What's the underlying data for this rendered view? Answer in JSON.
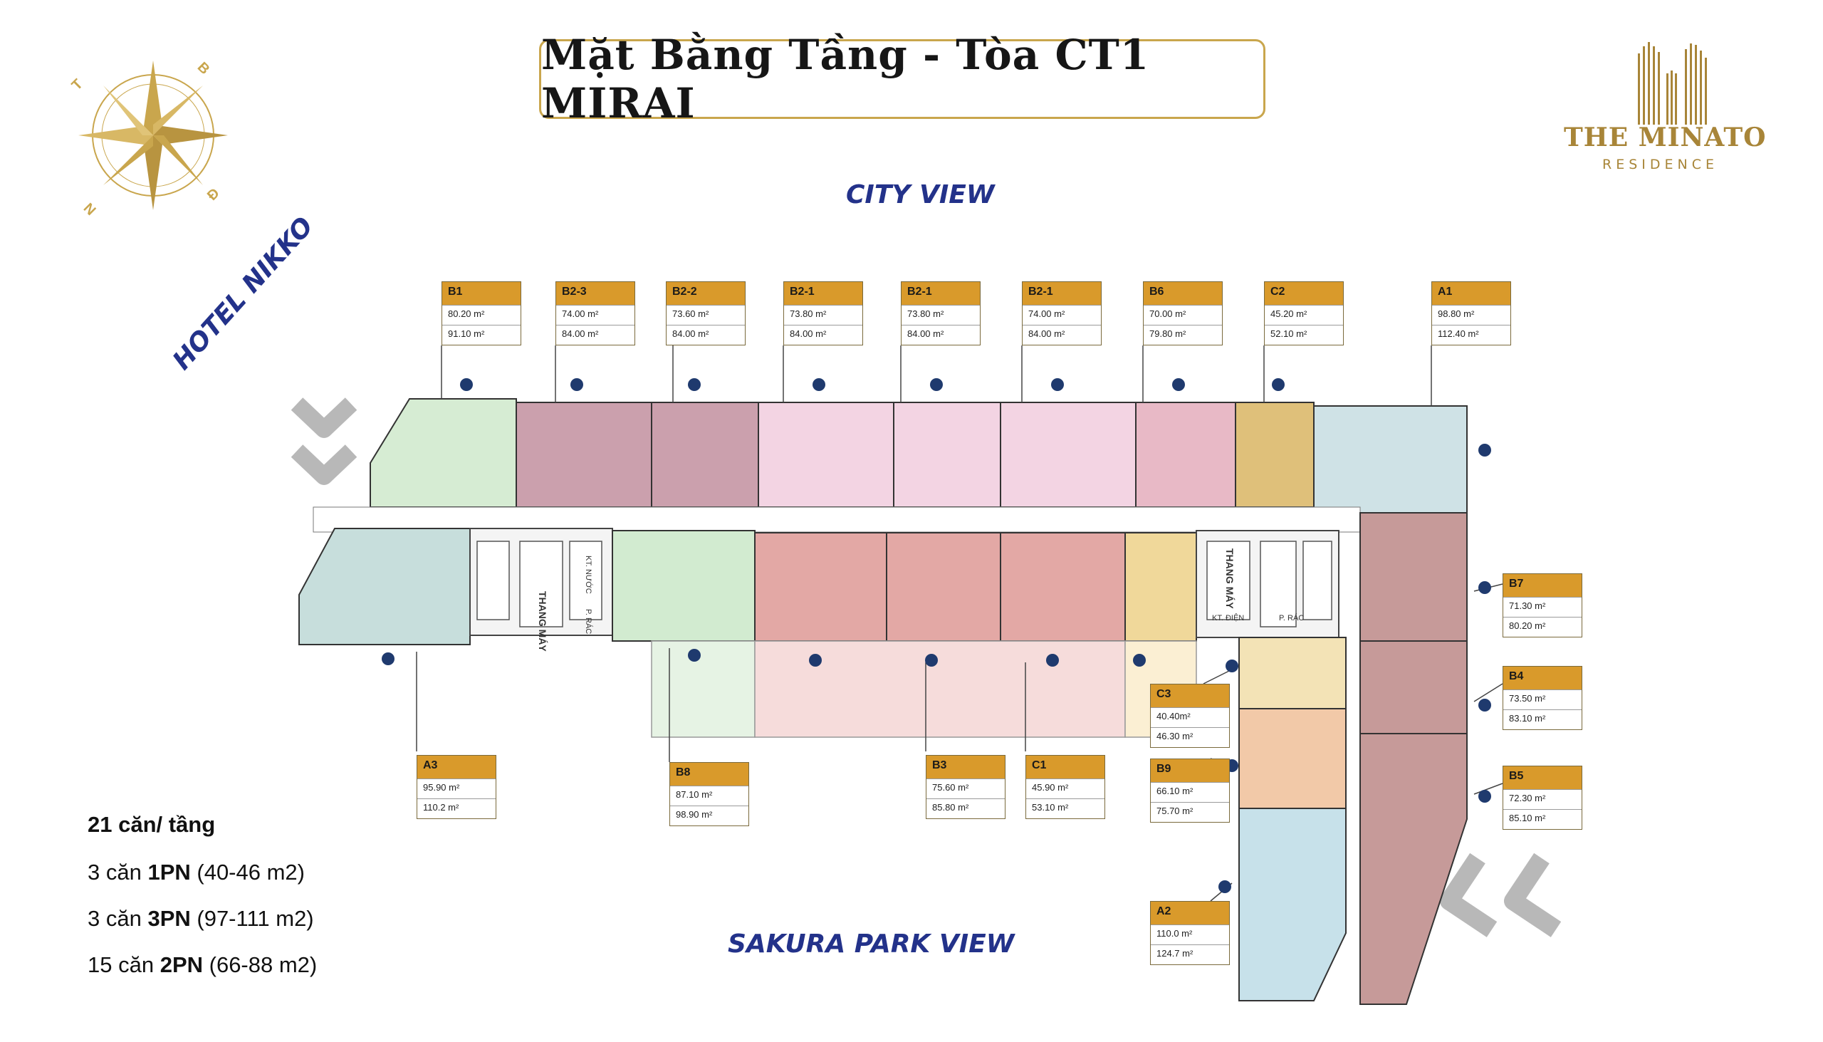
{
  "title": "Mặt Bằng Tầng - Tòa CT1 MIRAI",
  "logo": {
    "name": "THE MINATO",
    "sub": "RESIDENCE"
  },
  "compass": {
    "t": "T",
    "b": "B",
    "n": "N",
    "d": "Đ"
  },
  "views": {
    "city": "CITY VIEW",
    "sakura": "SAKURA PARK VIEW",
    "hotel": "HOTEL NIKKO"
  },
  "rooms": {
    "thang_may_1": "THANG MÁY",
    "thang_may_2": "THANG MÁY",
    "kt_nuoc": "KT. NƯỚC",
    "p_rac_1": "P. RÁC",
    "kt_dien": "KT. ĐIỆN",
    "p_rac_2": "P. RÁC"
  },
  "units": [
    {
      "code": "B1",
      "a": "80.20 m²",
      "b": "91.10 m²"
    },
    {
      "code": "B2-3",
      "a": "74.00 m²",
      "b": "84.00 m²"
    },
    {
      "code": "B2-2",
      "a": "73.60 m²",
      "b": "84.00 m²"
    },
    {
      "code": "B2-1",
      "a": "73.80 m²",
      "b": "84.00 m²"
    },
    {
      "code": "B2-1",
      "a": "73.80 m²",
      "b": "84.00 m²"
    },
    {
      "code": "B2-1",
      "a": "74.00 m²",
      "b": "84.00 m²"
    },
    {
      "code": "B6",
      "a": "70.00 m²",
      "b": "79.80 m²"
    },
    {
      "code": "C2",
      "a": "45.20 m²",
      "b": "52.10 m²"
    },
    {
      "code": "A1",
      "a": "98.80 m²",
      "b": "112.40 m²"
    },
    {
      "code": "B7",
      "a": "71.30 m²",
      "b": "80.20 m²"
    },
    {
      "code": "B4",
      "a": "73.50 m²",
      "b": "83.10 m²"
    },
    {
      "code": "B5",
      "a": "72.30 m²",
      "b": "85.10 m²"
    },
    {
      "code": "C3",
      "a": "40.40m²",
      "b": "46.30 m²"
    },
    {
      "code": "B9",
      "a": "66.10 m²",
      "b": "75.70 m²"
    },
    {
      "code": "C1",
      "a": "45.90 m²",
      "b": "53.10 m²"
    },
    {
      "code": "B3",
      "a": "75.60 m²",
      "b": "85.80 m²"
    },
    {
      "code": "B8",
      "a": "87.10 m²",
      "b": "98.90 m²"
    },
    {
      "code": "A3",
      "a": "95.90 m²",
      "b": "110.2 m²"
    },
    {
      "code": "A2",
      "a": "110.0 m²",
      "b": "124.7 m²"
    }
  ],
  "summary": {
    "total": "21 căn/ tầng",
    "lines": [
      {
        "pre": "3 căn ",
        "bold": "1PN",
        "post": " (40-46 m2)"
      },
      {
        "pre": "3 căn ",
        "bold": "3PN",
        "post": " (97-111 m2)"
      },
      {
        "pre": "15 căn ",
        "bold": "2PN",
        "post": " (66-88 m2)"
      }
    ]
  },
  "colors": {
    "gold": "#c9a64d",
    "navy": "#23328a",
    "label_head": "#d99a2b"
  }
}
